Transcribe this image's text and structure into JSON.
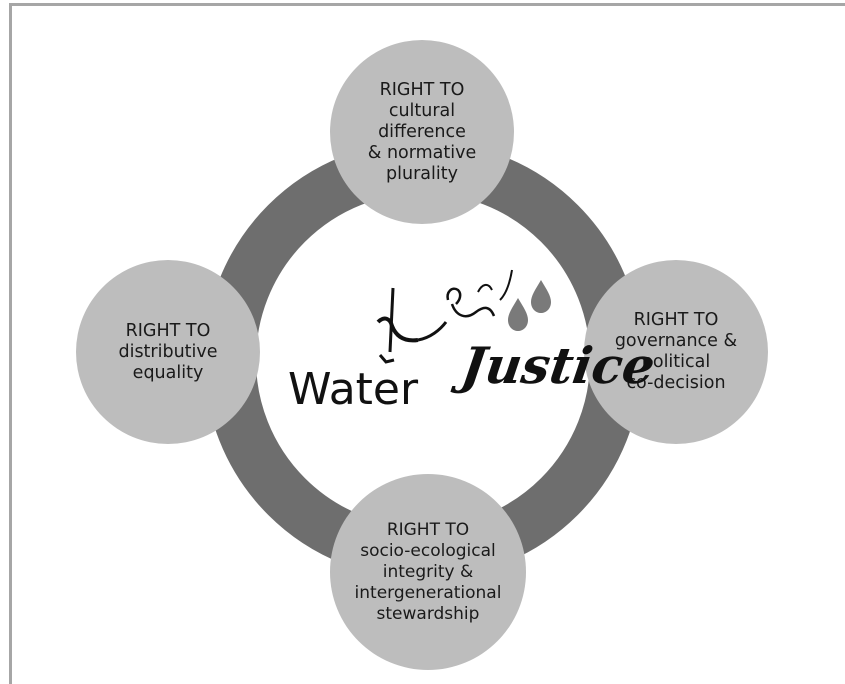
{
  "nodes": {
    "top": {
      "lines": [
        "RIGHT TO",
        "cultural",
        "difference",
        "& normative",
        "plurality"
      ]
    },
    "right": {
      "lines": [
        "RIGHT TO",
        "governance &",
        "political",
        "co-decision"
      ]
    },
    "bottom": {
      "lines": [
        "RIGHT TO",
        "socio-ecological",
        "integrity &",
        "intergenerational",
        "stewardship"
      ]
    },
    "left": {
      "lines": [
        "RIGHT TO",
        "distributive",
        "equality"
      ]
    }
  },
  "logo": {
    "word1": "Water",
    "word2": "Justice"
  },
  "colors": {
    "ring": "#6e6e6e",
    "node": "#bdbdbd",
    "border": "#a6a6a6",
    "text": "#1a1a1a"
  }
}
